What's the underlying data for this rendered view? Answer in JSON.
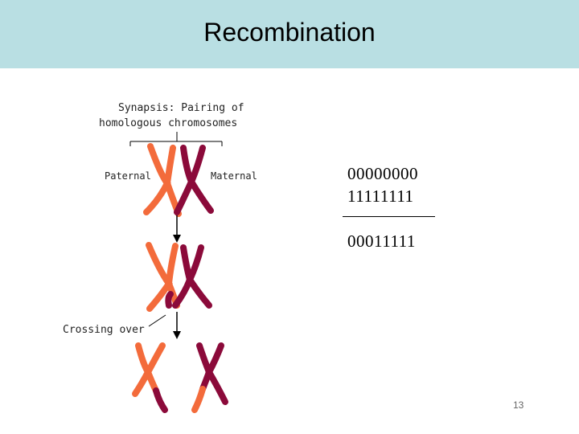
{
  "slide": {
    "title": "Recombination",
    "page_number": "13"
  },
  "diagram": {
    "label_synapsis_line1": "Synapsis: Pairing of",
    "label_synapsis_line2": "homologous chromosomes",
    "label_paternal": "Paternal",
    "label_maternal": "Maternal",
    "label_crossing_over": "Crossing over"
  },
  "colors": {
    "paternal": "#f36b3b",
    "maternal": "#8b0a3a",
    "title_bar": "#b9dfe3"
  },
  "binary": {
    "parent1": "00000000",
    "parent2": "11111111",
    "offspring": "00011111"
  }
}
